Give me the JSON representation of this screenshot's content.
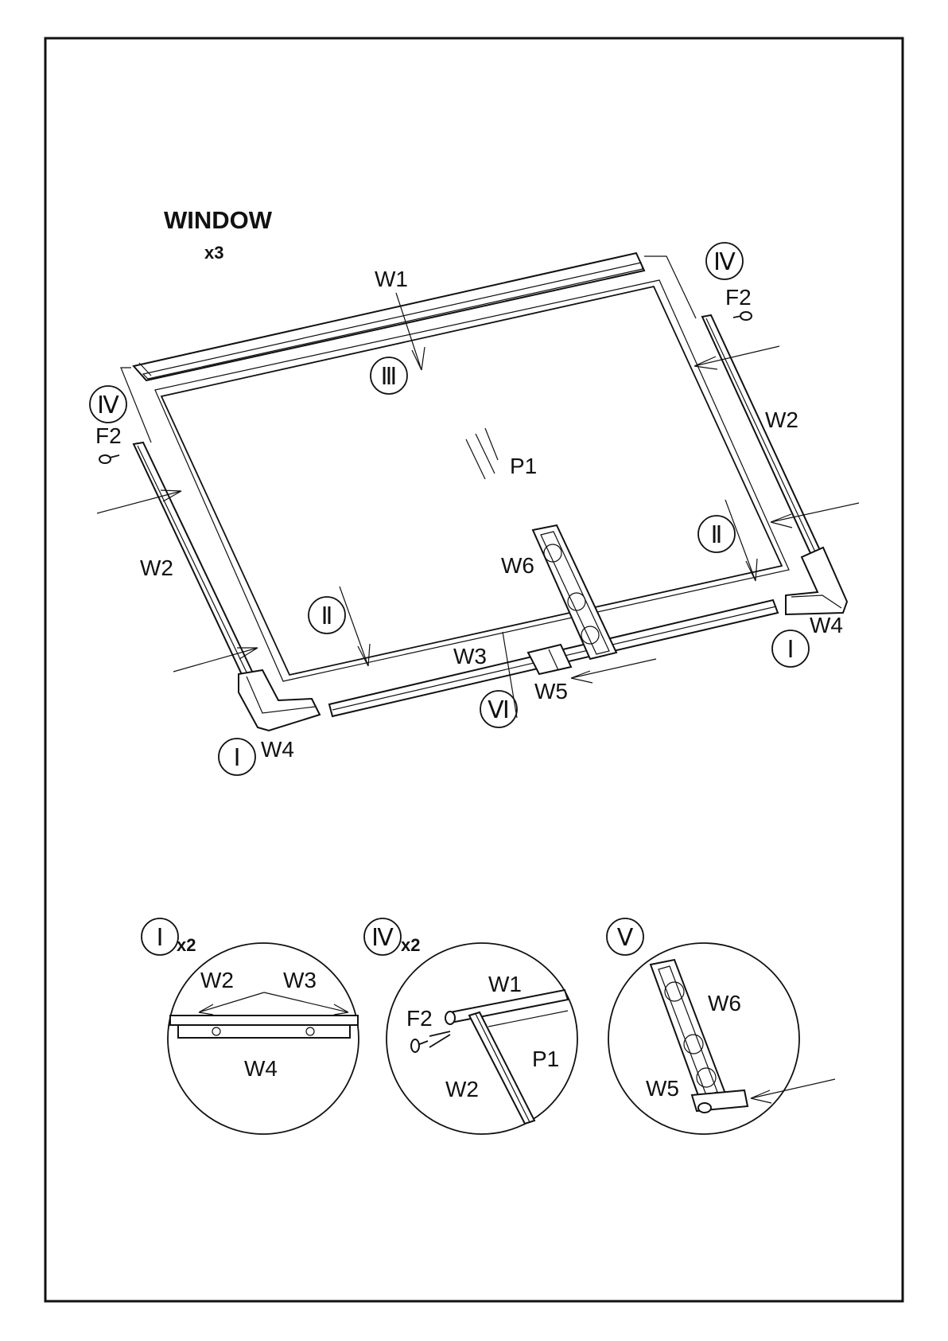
{
  "title": "WINDOW",
  "quantity": "x3",
  "callouts": {
    "one": "Ⅰ",
    "two": "Ⅱ",
    "three": "Ⅲ",
    "four": "Ⅳ",
    "five": "Ⅴ",
    "six": "Ⅵ"
  },
  "parts": {
    "w1": "W1",
    "w2": "W2",
    "w3": "W3",
    "w4": "W4",
    "w5": "W5",
    "w6": "W6",
    "p1": "P1",
    "f2": "F2"
  },
  "details": {
    "d1": {
      "multiplier": "x2"
    },
    "d4": {
      "multiplier": "x2"
    }
  }
}
